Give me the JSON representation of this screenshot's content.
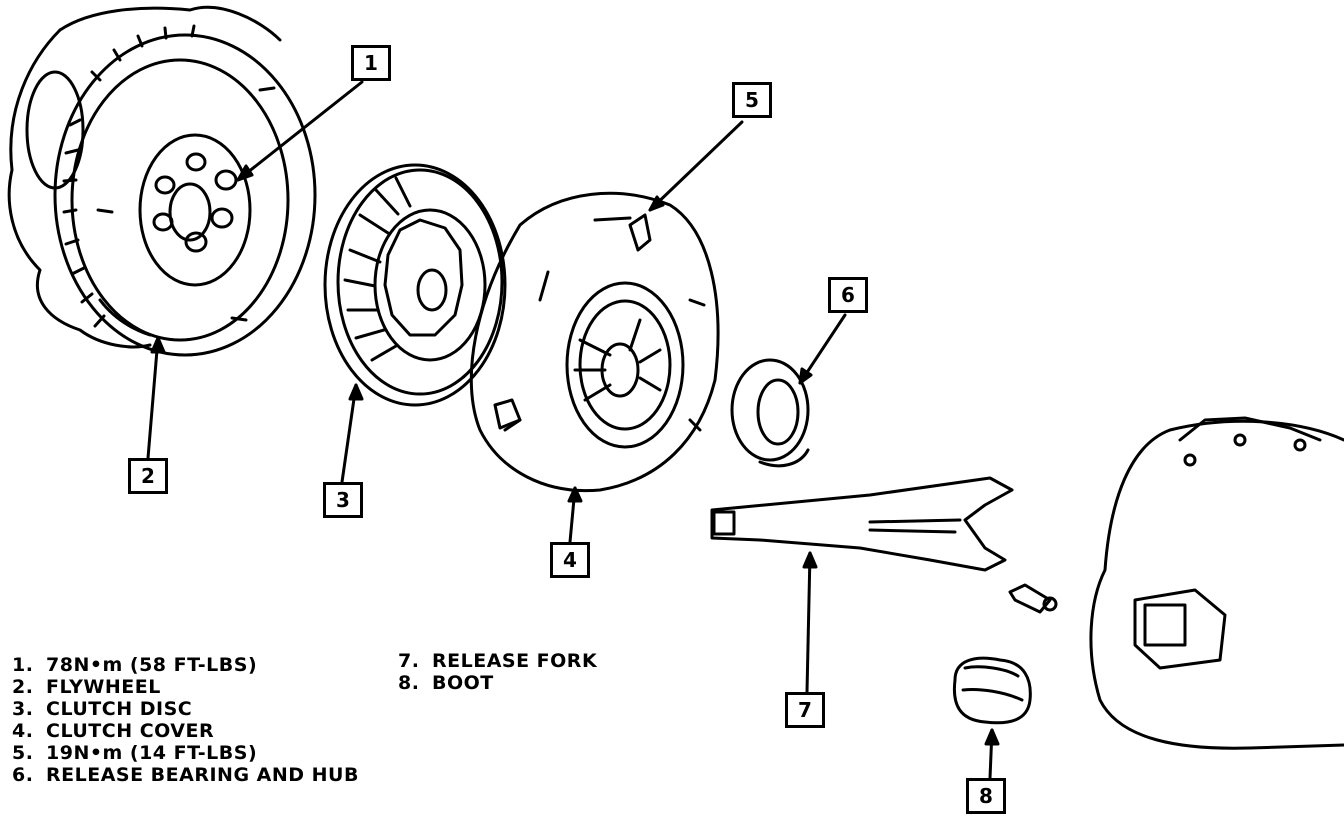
{
  "callouts": [
    {
      "id": "1"
    },
    {
      "id": "2"
    },
    {
      "id": "3"
    },
    {
      "id": "4"
    },
    {
      "id": "5"
    },
    {
      "id": "6"
    },
    {
      "id": "7"
    },
    {
      "id": "8"
    }
  ],
  "legend_left": [
    {
      "num": "1.",
      "text": "78N•m (58 FT-LBS)"
    },
    {
      "num": "2.",
      "text": "FLYWHEEL"
    },
    {
      "num": "3.",
      "text": "CLUTCH DISC"
    },
    {
      "num": "4.",
      "text": "CLUTCH COVER"
    },
    {
      "num": "5.",
      "text": "19N•m (14 FT-LBS)"
    },
    {
      "num": "6.",
      "text": "RELEASE BEARING AND HUB"
    }
  ],
  "legend_right": [
    {
      "num": "7.",
      "text": "RELEASE FORK"
    },
    {
      "num": "8.",
      "text": "BOOT"
    }
  ]
}
